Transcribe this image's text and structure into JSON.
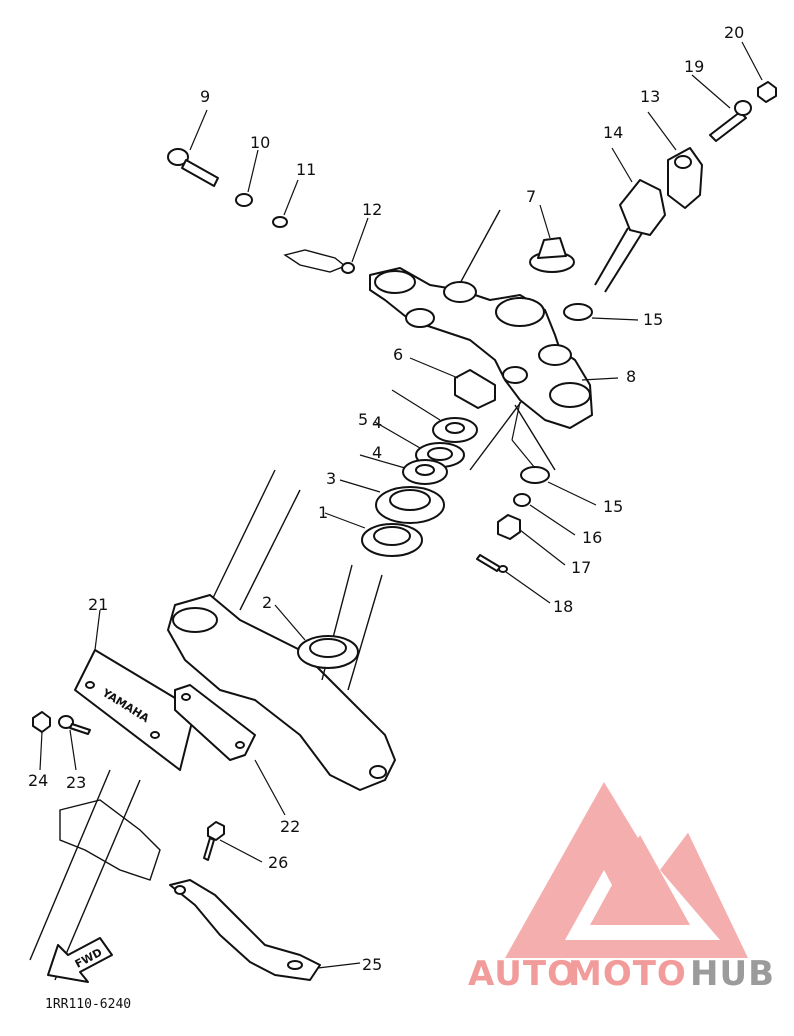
{
  "diagram_code": "1RR110-6240",
  "parts": [
    "1",
    "2",
    "3",
    "4",
    "5",
    "4",
    "6",
    "7",
    "8",
    "9",
    "10",
    "11",
    "12",
    "13",
    "14",
    "15",
    "15",
    "16",
    "17",
    "18",
    "19",
    "20",
    "21",
    "22",
    "23",
    "24",
    "25",
    "26"
  ],
  "emblem_text": "YAMAHA",
  "fwd_text": "FWD",
  "watermark": {
    "part1": "AUTO",
    "part2": "MOTO",
    "part3": "HUB",
    "color_primary": "#f08a8a",
    "color_hub": "#8a8a8a"
  }
}
